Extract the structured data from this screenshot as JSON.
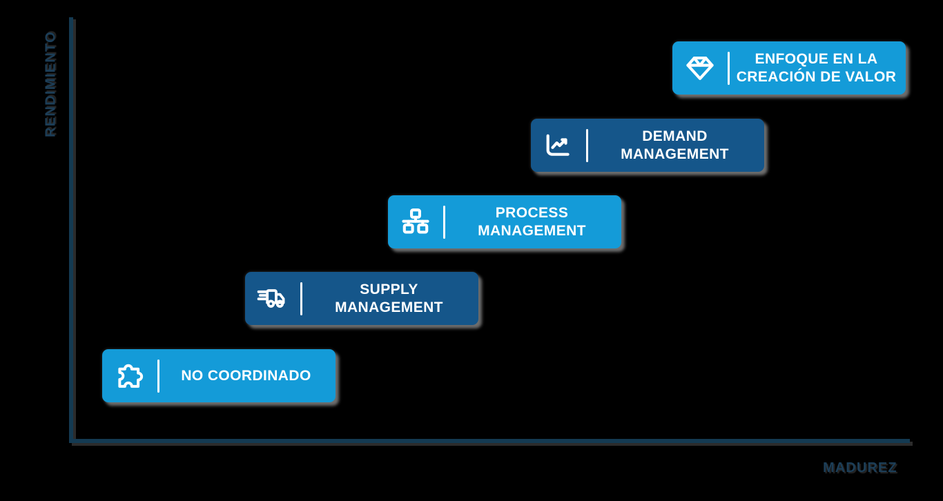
{
  "axes": {
    "y_label": "RENDIMIENTO",
    "x_label": "MADUREZ",
    "line_color": "#143A52",
    "label_color": "#1C3E58"
  },
  "palette": {
    "background": "#000000",
    "light_blue": "#149BD8",
    "dark_blue": "#15568A",
    "box_text": "#FFFFFF",
    "shadow_gray": "#6E6E6E"
  },
  "steps": [
    {
      "id": "no-coordinado",
      "label": "NO COORDINADO",
      "icon": "puzzle-icon",
      "color": "#149BD8"
    },
    {
      "id": "supply-management",
      "label": "SUPPLY\nMANAGEMENT",
      "icon": "truck-icon",
      "color": "#15568A"
    },
    {
      "id": "process-management",
      "label": "PROCESS\nMANAGEMENT",
      "icon": "sitemap-icon",
      "color": "#149BD8"
    },
    {
      "id": "demand-management",
      "label": "DEMAND\nMANAGEMENT",
      "icon": "chart-line-icon",
      "color": "#15568A"
    },
    {
      "id": "enfoque-valor",
      "label": "ENFOQUE EN LA\nCREACIÓN DE VALOR",
      "icon": "diamond-icon",
      "color": "#149BD8"
    }
  ]
}
